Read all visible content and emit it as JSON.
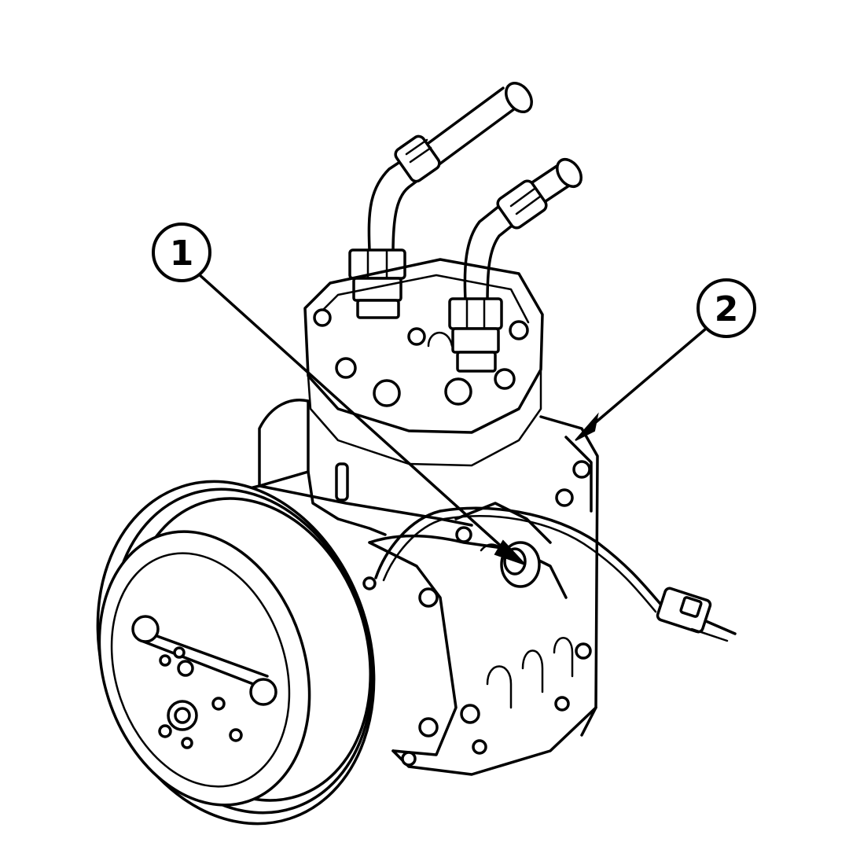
{
  "figure": {
    "background": "#ffffff",
    "stroke": "#000000"
  },
  "callouts": [
    {
      "label": "1"
    },
    {
      "label": "2"
    }
  ],
  "icons": {
    "compressor": "ac-compressor-illustration",
    "pulley": "clutch-pulley-icon",
    "connector": "electrical-connector-icon"
  }
}
